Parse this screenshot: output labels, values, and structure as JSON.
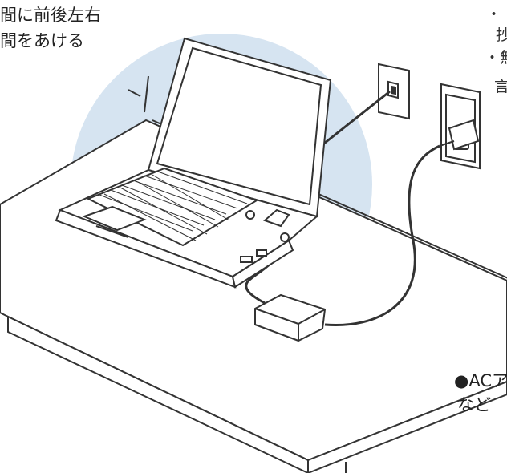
{
  "texts": {
    "top_left_line1": "間に前後左右",
    "top_left_line2": "間をあける",
    "top_right_line1": "・",
    "top_right_line2": "抄",
    "top_right_line3": "・無",
    "top_right_line4": "言",
    "bottom_right_line1": "●ACア",
    "bottom_right_line2": "など"
  },
  "colors": {
    "clearance_ring": "#d6e4f1",
    "line": "#333333",
    "screen_fill": "#ffffff"
  },
  "icons": {
    "laptop": "laptop-icon",
    "phone_jack": "phone-jack-icon",
    "power_outlet": "power-outlet-icon",
    "ac_adapter": "ac-adapter-icon"
  }
}
